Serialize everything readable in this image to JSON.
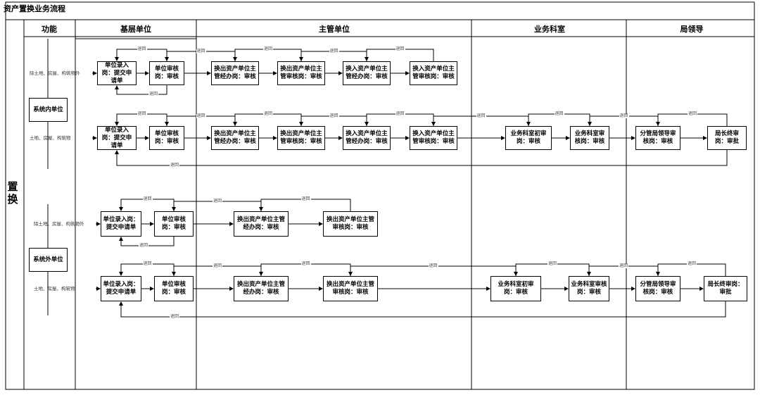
{
  "title": "资产置换业务流程",
  "side_label": "置换",
  "columns": [
    "功能",
    "基层单位",
    "主管单位",
    "业务科室",
    "局领导"
  ],
  "units": [
    "系统内单位",
    "系统外单位"
  ],
  "material_labels": [
    "除土地、房屋、构筑物外",
    "土地、房屋、构筑物",
    "除土地、房屋、构筑物外",
    "土地、房屋、构筑物"
  ],
  "return_label": "退回",
  "steps": {
    "entry": "单位录入岗：提交申请单",
    "audit": "单位审核岗：审核",
    "out_handler_a": "换出资产单位主管经办岗：审核",
    "out_auditor_a": "换出资产单位主管审核岗：审核",
    "in_handler": "换入资产单位主管经办岗：审核",
    "in_auditor": "换入资产单位主管审核岗：审核",
    "out_handler_b": "换出资产单位主管经办岗：审核",
    "out_auditor_b": "换出资产单位主管审核岗：审核",
    "dept_initial": "业务科室初审岗：审核",
    "dept_review": "业务科室审核岗：审核",
    "leader_review": "分管局领导审核岗：审核",
    "director_final": "局长终审岗：审批"
  }
}
